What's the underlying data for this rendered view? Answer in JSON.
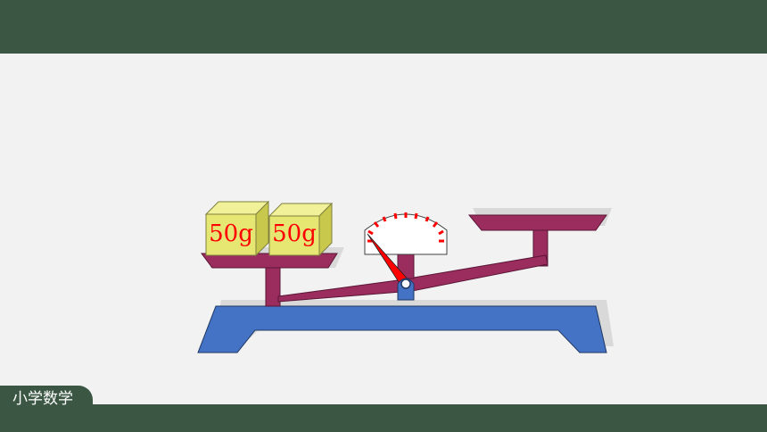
{
  "footer": {
    "subject_label": "小学数学"
  },
  "weights": [
    {
      "label": "50g"
    },
    {
      "label": "50g"
    }
  ],
  "colors": {
    "header_bar": "#3b5744",
    "background": "#f2f2f2",
    "scale_base": "#4472c4",
    "scale_arm": "#9b2d5e",
    "weight_block": "#e6e673",
    "weight_label": "#ff0000",
    "pointer": "#ff0000"
  }
}
